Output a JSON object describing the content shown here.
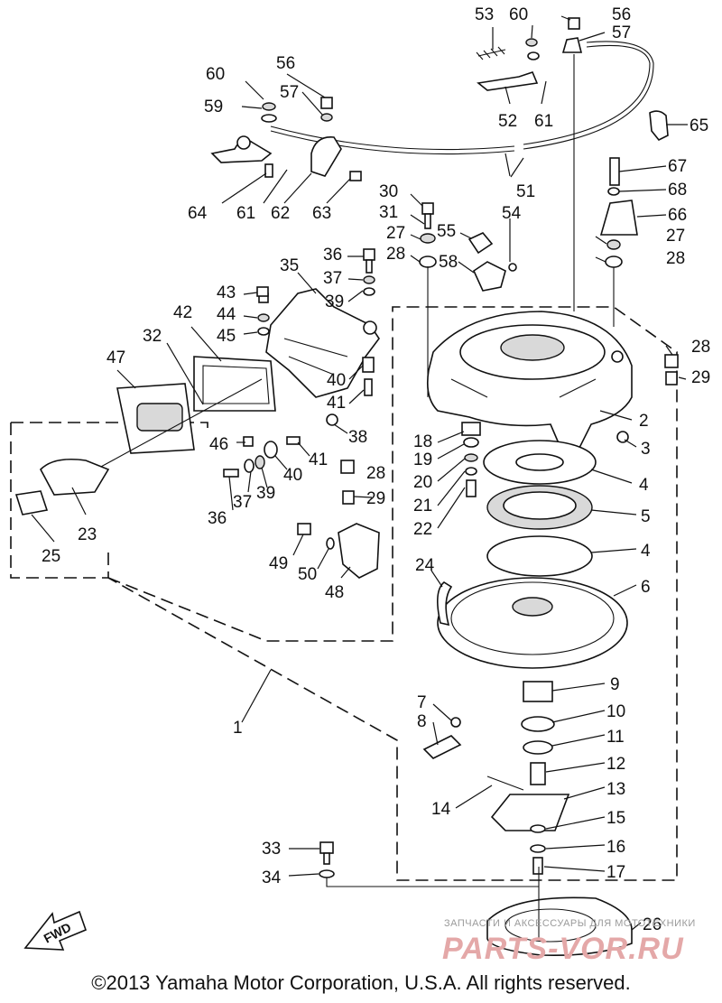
{
  "diagram": {
    "callouts": {
      "c1": "1",
      "c2": "2",
      "c3": "3",
      "c4a": "4",
      "c4b": "4",
      "c5": "5",
      "c6": "6",
      "c7": "7",
      "c8": "8",
      "c9": "9",
      "c10": "10",
      "c11": "11",
      "c12": "12",
      "c13": "13",
      "c14": "14",
      "c15": "15",
      "c16": "16",
      "c17": "17",
      "c18": "18",
      "c19": "19",
      "c20": "20",
      "c21": "21",
      "c22": "22",
      "c23": "23",
      "c24": "24",
      "c25": "25",
      "c26": "26",
      "c27a": "27",
      "c27b": "27",
      "c28a": "28",
      "c28b": "28",
      "c28c": "28",
      "c28d": "28",
      "c29a": "29",
      "c29b": "29",
      "c30": "30",
      "c31": "31",
      "c32": "32",
      "c33": "33",
      "c34": "34",
      "c35": "35",
      "c36a": "36",
      "c36b": "36",
      "c37a": "37",
      "c37b": "37",
      "c38": "38",
      "c39a": "39",
      "c39b": "39",
      "c40a": "40",
      "c40b": "40",
      "c41a": "41",
      "c41b": "41",
      "c42": "42",
      "c43": "43",
      "c44": "44",
      "c45": "45",
      "c46": "46",
      "c47": "47",
      "c48": "48",
      "c49": "49",
      "c50": "50",
      "c51": "51",
      "c52": "52",
      "c53": "53",
      "c54": "54",
      "c55": "55",
      "c56a": "56",
      "c56b": "56",
      "c57a": "57",
      "c57b": "57",
      "c58": "58",
      "c59": "59",
      "c60a": "60",
      "c60b": "60",
      "c61a": "61",
      "c61b": "61",
      "c62": "62",
      "c63": "63",
      "c64": "64",
      "c65": "65",
      "c66": "66",
      "c67": "67",
      "c68": "68"
    },
    "fwd_label": "FWD"
  },
  "footer": {
    "copyright": "©2013 Yamaha Motor Corporation, U.S.A. All rights reserved."
  },
  "watermark": {
    "line": "ЗАПЧАСТИ И АКСЕССУАРЫ ДЛЯ МОТОТЕХНИКИ",
    "logo": "PARTS-VOR.RU"
  }
}
